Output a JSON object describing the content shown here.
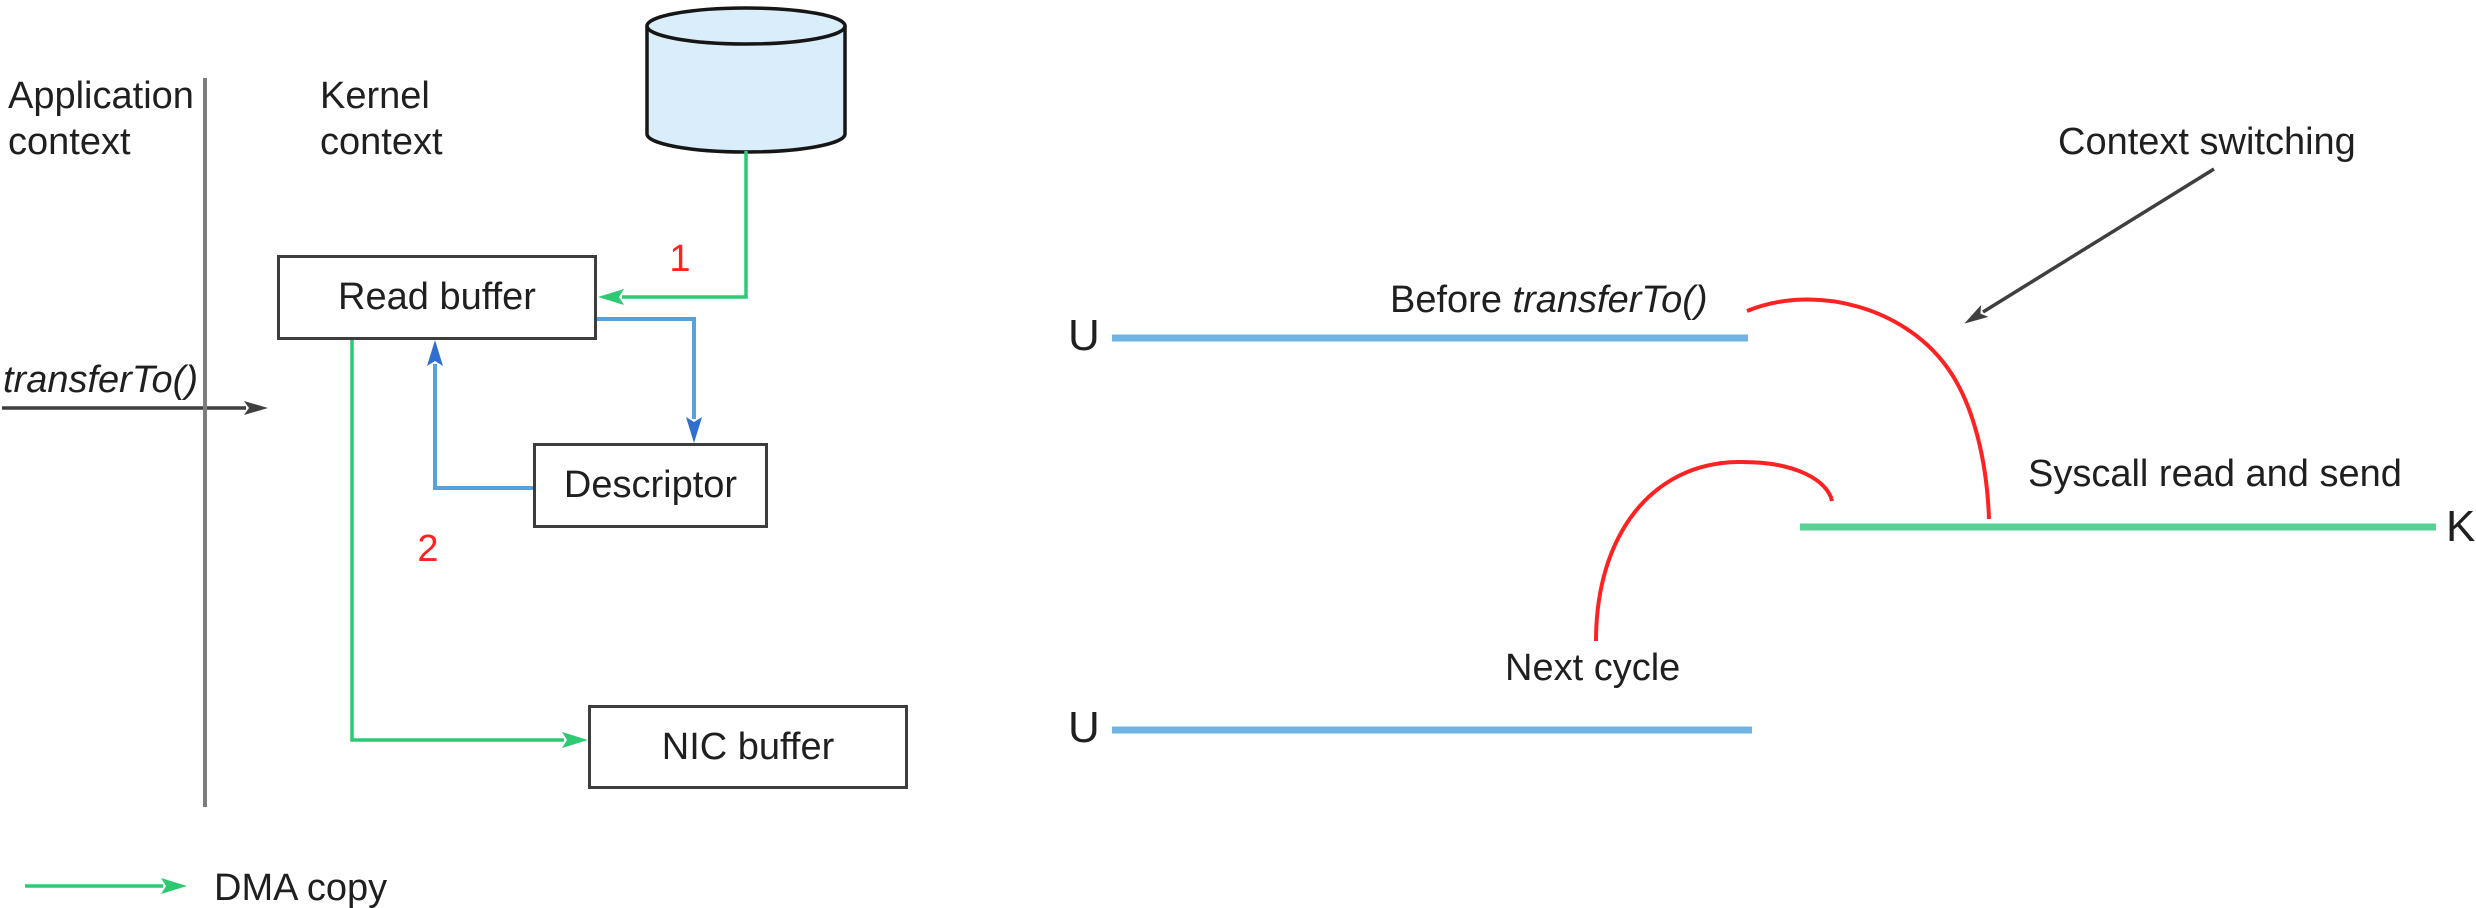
{
  "colors": {
    "green": "#2EC973",
    "green_light": "#57D195",
    "blue": "#57A1DD",
    "blue_dark": "#2E6FD1",
    "blue_timeline": "#71B4E3",
    "red": "#FF2222",
    "gray_divider": "#7D7D7D",
    "arrow_dark": "#3F3F3F",
    "box_border": "#3D3D3D",
    "cylinder_fill": "#D9EDFA",
    "text": "#1F1F1F"
  },
  "left_panel": {
    "application_context_label": "Application\ncontext",
    "kernel_context_label": "Kernel\ncontext",
    "transfer_to_label": "transferTo()",
    "disk_icon": "disk-cylinder-icon",
    "boxes": {
      "read_buffer": "Read buffer",
      "descriptor": "Descriptor",
      "nic_buffer": "NIC buffer"
    },
    "step_1": "1",
    "step_2": "2",
    "legend": {
      "dma_copy_label": "DMA copy"
    }
  },
  "right_panel": {
    "context_switching_label": "Context switching",
    "before_label_prefix": "Before ",
    "before_label_method": "transferTo()",
    "syscall_label": "Syscall read and send",
    "next_cycle_label": "Next cycle",
    "user_lane_label_1": "U",
    "user_lane_label_2": "U",
    "kernel_lane_label": "K"
  }
}
